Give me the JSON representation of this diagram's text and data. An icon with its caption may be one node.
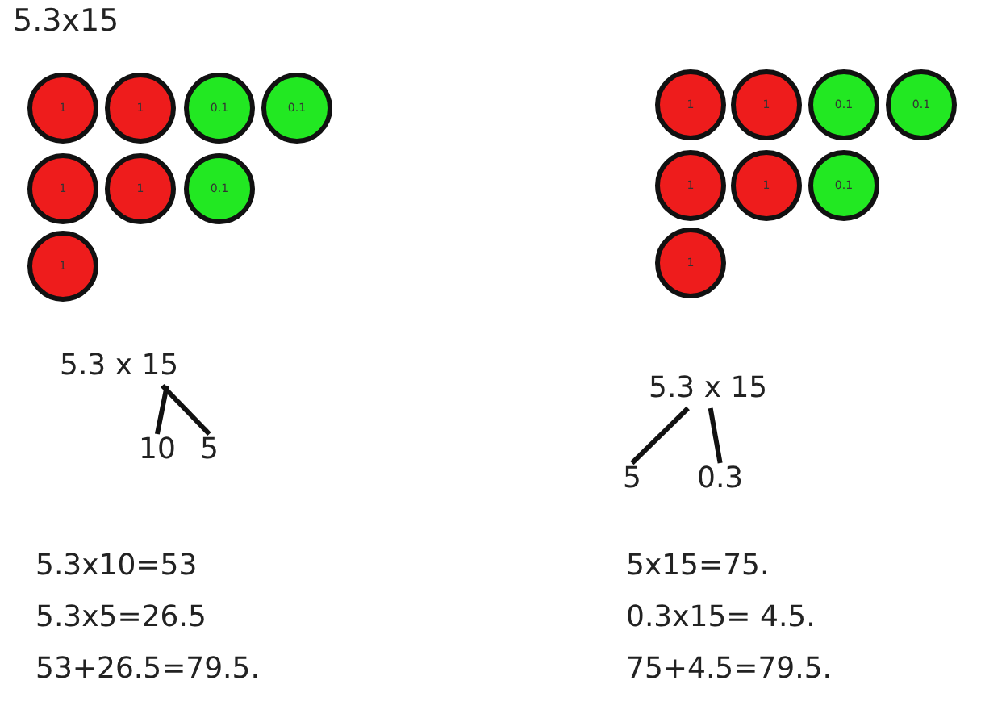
{
  "diagram": {
    "title": "5.3x15",
    "nodes": [
      {
        "text": [
          "1"
        ]
      },
      {
        "text": [
          "1"
        ]
      },
      {
        "text": [
          "0.1"
        ]
      },
      {
        "text": [
          "0.1"
        ]
      },
      {
        "text": [
          "1"
        ]
      },
      {
        "text": [
          "1"
        ]
      },
      {
        "text": [
          "0.1"
        ]
      },
      {
        "text": [
          "1"
        ]
      },
      {
        "text": [
          "1"
        ]
      },
      {
        "text": [
          "1"
        ]
      },
      {
        "text": [
          "0.1"
        ]
      },
      {
        "text": [
          "0.1"
        ]
      },
      {
        "text": [
          "1"
        ]
      },
      {
        "text": [
          "1"
        ]
      },
      {
        "text": [
          "0.1"
        ]
      },
      {
        "text": [
          "1"
        ]
      },
      {
        "text": [
          "5.3 x 15"
        ]
      },
      {
        "text": [
          "10"
        ]
      },
      {
        "text": [
          "5"
        ]
      },
      {
        "text": [
          "5.3 x 15"
        ]
      },
      {
        "text": [
          "5"
        ]
      },
      {
        "text": [
          "0.3"
        ]
      }
    ],
    "edges": [
      {
        "from": 16,
        "to": 17,
        "arrow": "none"
      },
      {
        "from": 16,
        "to": 18,
        "arrow": "none"
      },
      {
        "from": 19,
        "to": 20,
        "arrow": "none"
      },
      {
        "from": 19,
        "to": 21,
        "arrow": "none"
      }
    ],
    "labels": [
      "5.3x10=53",
      "5x15=75.",
      "5.3x5=26.5",
      "0.3x15= 4.5.",
      "53+26.5=79.5.",
      "75+4.5=79.5."
    ]
  }
}
